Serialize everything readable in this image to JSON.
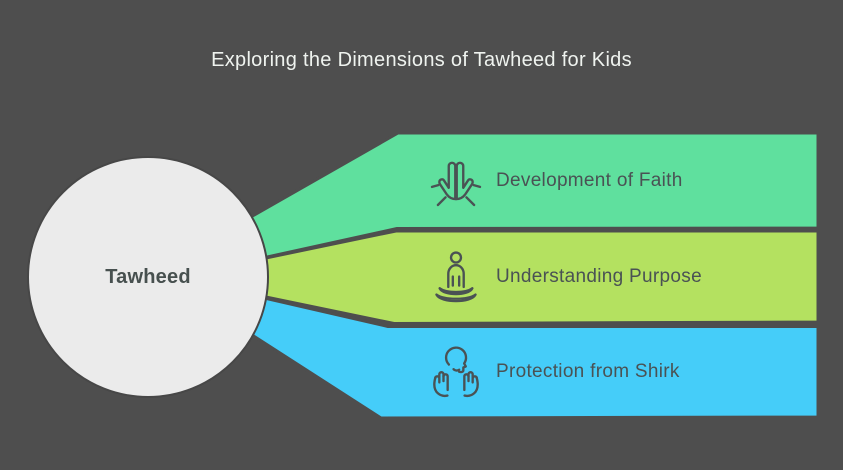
{
  "title": "Exploring the Dimensions of Tawheed for Kids",
  "center": {
    "label": "Tawheed"
  },
  "colors": {
    "background": "#4e4e4e",
    "circle_fill": "#ebebeb",
    "title_text": "#eff3ef",
    "dark_text": "#4a5254",
    "band_green": "#5fe09e",
    "band_lime": "#b4e160",
    "band_blue": "#45cdf9"
  },
  "bands": {
    "items": [
      {
        "label": "Development of Faith",
        "icon": "praying-hands-icon",
        "color": "#5fe09e"
      },
      {
        "label": "Understanding Purpose",
        "icon": "meditation-icon",
        "color": "#b4e160"
      },
      {
        "label": "Protection from Shirk",
        "icon": "protective-hands-icon",
        "color": "#45cdf9"
      }
    ]
  }
}
